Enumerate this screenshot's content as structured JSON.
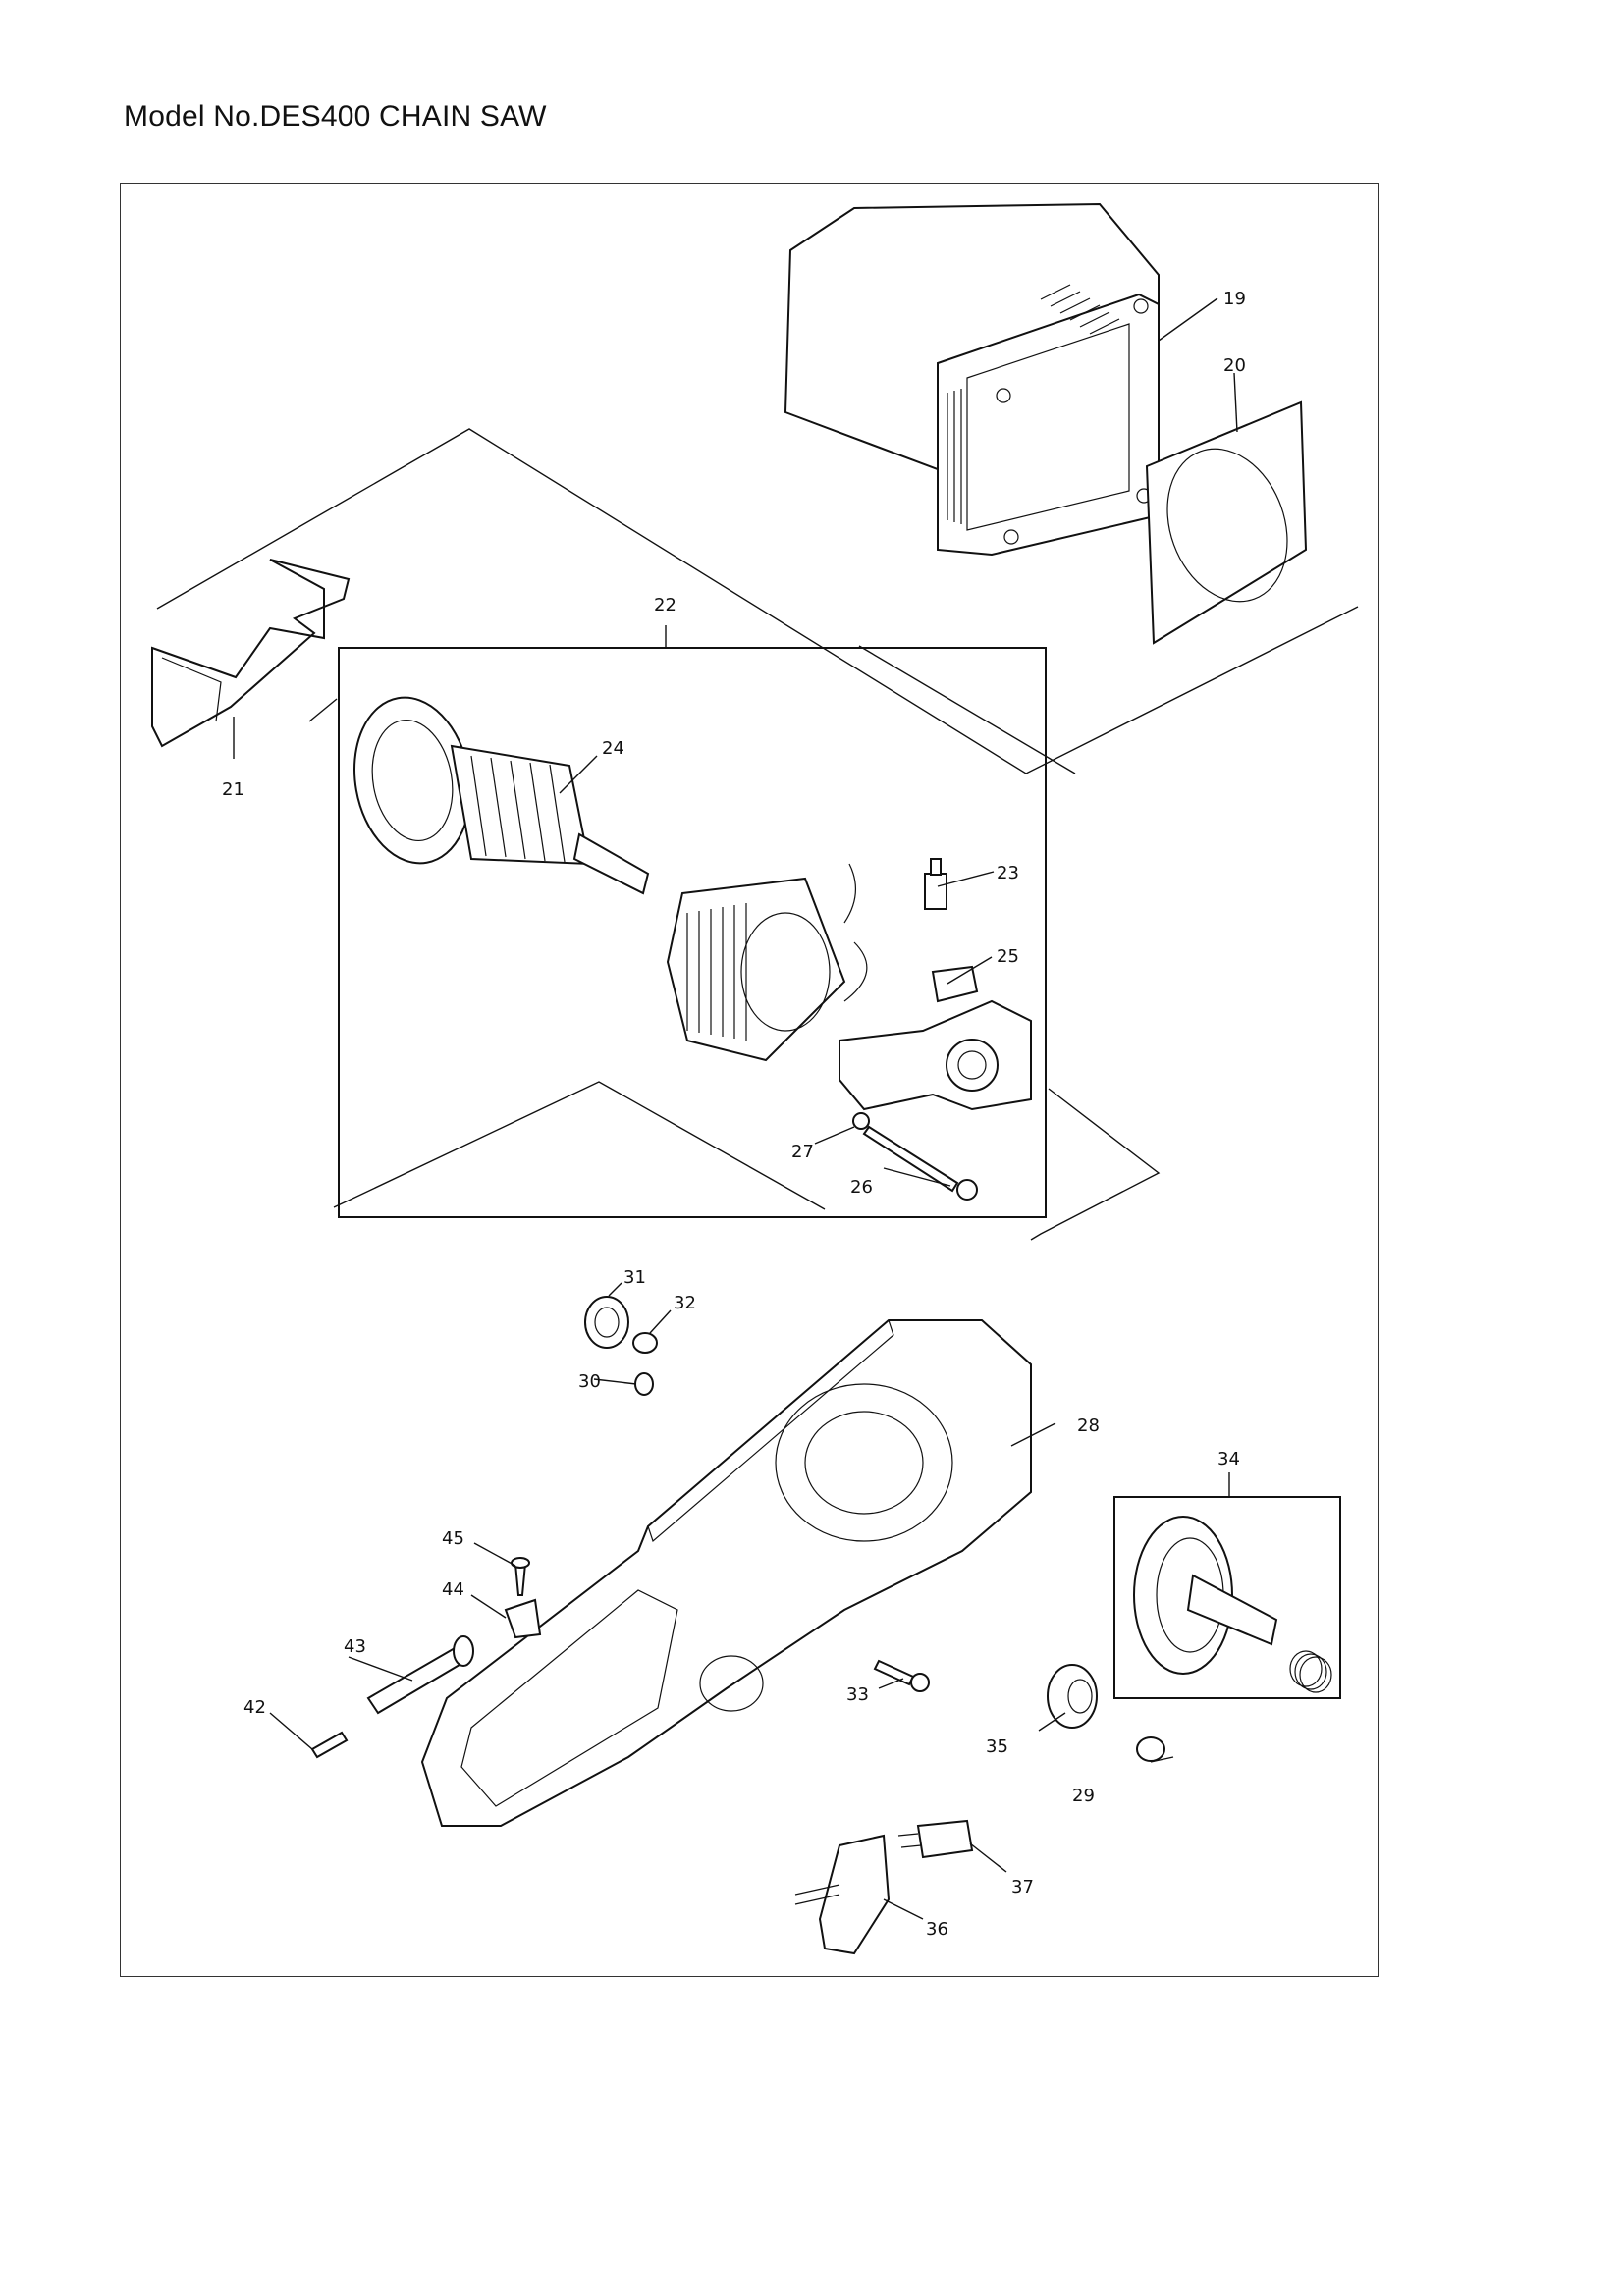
{
  "title": "Model No.DES400 CHAIN SAW",
  "parts": [
    {
      "id": "p19",
      "number": "19"
    },
    {
      "id": "p20",
      "number": "20"
    },
    {
      "id": "p21",
      "number": "21"
    },
    {
      "id": "p22",
      "number": "22"
    },
    {
      "id": "p23",
      "number": "23"
    },
    {
      "id": "p24",
      "number": "24"
    },
    {
      "id": "p25",
      "number": "25"
    },
    {
      "id": "p26",
      "number": "26"
    },
    {
      "id": "p27",
      "number": "27"
    },
    {
      "id": "p28",
      "number": "28"
    },
    {
      "id": "p29",
      "number": "29"
    },
    {
      "id": "p30",
      "number": "30"
    },
    {
      "id": "p31",
      "number": "31"
    },
    {
      "id": "p32",
      "number": "32"
    },
    {
      "id": "p33",
      "number": "33"
    },
    {
      "id": "p34",
      "number": "34"
    },
    {
      "id": "p35",
      "number": "35"
    },
    {
      "id": "p36",
      "number": "36"
    },
    {
      "id": "p37",
      "number": "37"
    },
    {
      "id": "p42",
      "number": "42"
    },
    {
      "id": "p43",
      "number": "43"
    },
    {
      "id": "p44",
      "number": "44"
    },
    {
      "id": "p45",
      "number": "45"
    }
  ]
}
